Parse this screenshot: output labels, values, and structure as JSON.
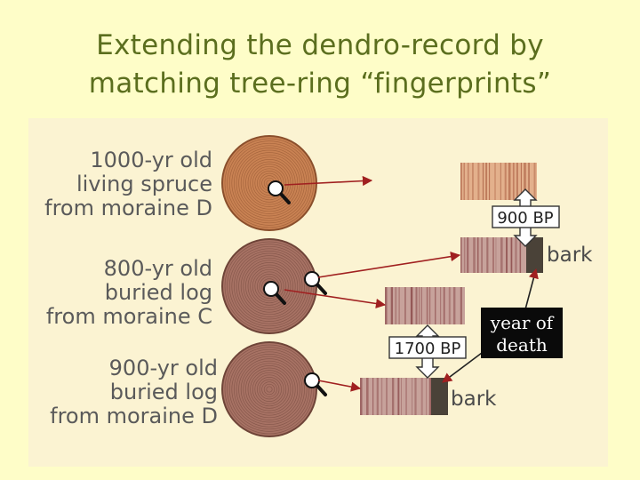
{
  "title": {
    "line1": "Extending the dendro-record by",
    "line2": "matching tree-ring “fingerprints”"
  },
  "samples": [
    {
      "line1": "1000-yr old",
      "line2": "living spruce",
      "line3": "from moraine D"
    },
    {
      "line1": "800-yr old",
      "line2": "buried log",
      "line3": "from moraine C"
    },
    {
      "line1": "900-yr old",
      "line2": "buried log",
      "line3": "from moraine D"
    }
  ],
  "labels": {
    "bp_900": "900 BP",
    "bp_1700": "1700 BP",
    "bark_1": "bark",
    "bark_2": "bark",
    "year_of_death_1": "year of",
    "year_of_death_2": "death"
  },
  "colors": {
    "background": "#fefdc8",
    "panel": "#fbf3d2",
    "title": "#5b6e1e",
    "living_tree_rings": "#c98253",
    "buried_log_rings": "#a77264",
    "bark_band": "#4a4238",
    "arrow": "#a02020"
  }
}
